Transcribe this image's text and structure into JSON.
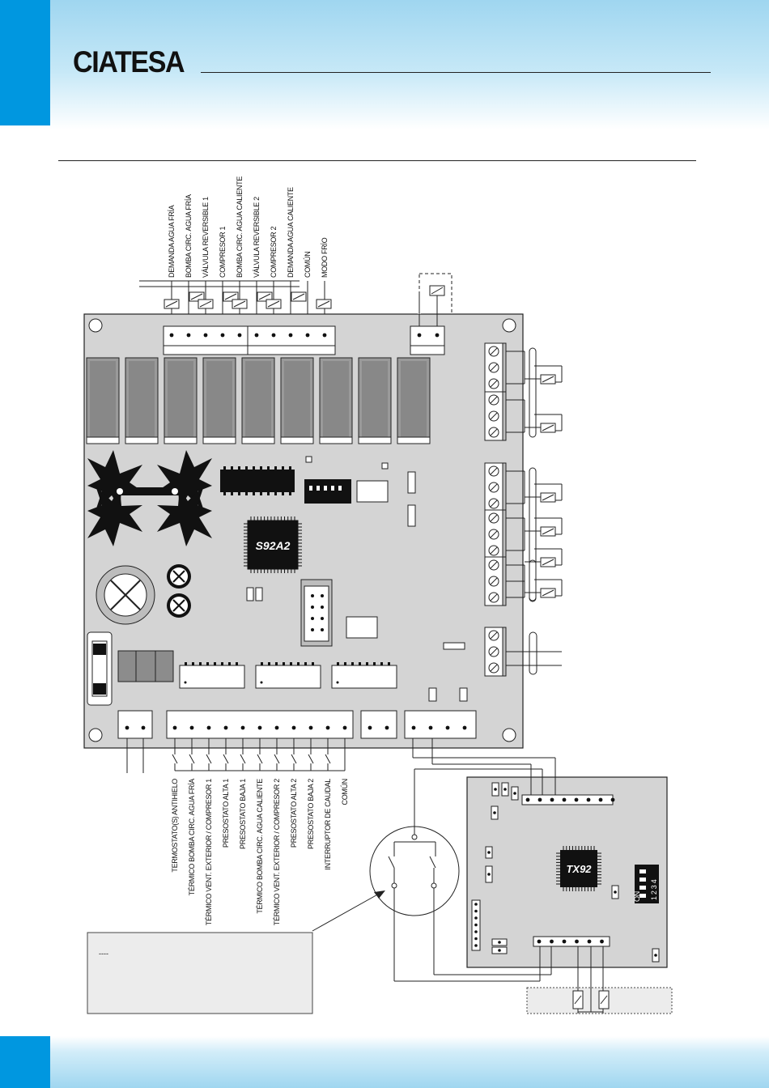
{
  "brand": {
    "logo_text": "CIATESA"
  },
  "top_labels": [
    "DEMANDA AGUA FRÍA",
    "BOMBA CIRC. AGUA FRÍA",
    "VÁLVULA REVERSIBLE 1",
    "COMPRESOR 1",
    "BOMBA CIRC. AGUA CALIENTE",
    "VÁLVULA REVERSIBLE 2",
    "COMPRESOR 2",
    "DEMANDA AGUA CALIENTE",
    "COMÚN",
    "MODO FRÍO"
  ],
  "bottom_labels": [
    "TERMOSTATO(S) ANTIHIELO",
    "TÉRMICO BOMBA CIRC. AGUA FRÍA",
    "TÉRMICO VENT. EXTERIOR / COMPRESOR 1",
    "PRESOSTATO ALTA 1",
    "PRESOSTATO BAJA 1",
    "TÉRMICO BOMBA CIRC. AGUA CALIENTE",
    "TÉRMICO VENT. EXTERIOR / COMPRESOR 2",
    "PRESOSTATO ALTA 2",
    "PRESOSTATO BAJA 2",
    "INTERRUPTOR DE CAUDAL",
    "COMÚN"
  ],
  "chips": {
    "main": "S92A2",
    "remote": "TX92"
  },
  "dip": {
    "on_label": "ON",
    "numbers": "1 2 3 4"
  },
  "note_box": {
    "line": "----"
  }
}
